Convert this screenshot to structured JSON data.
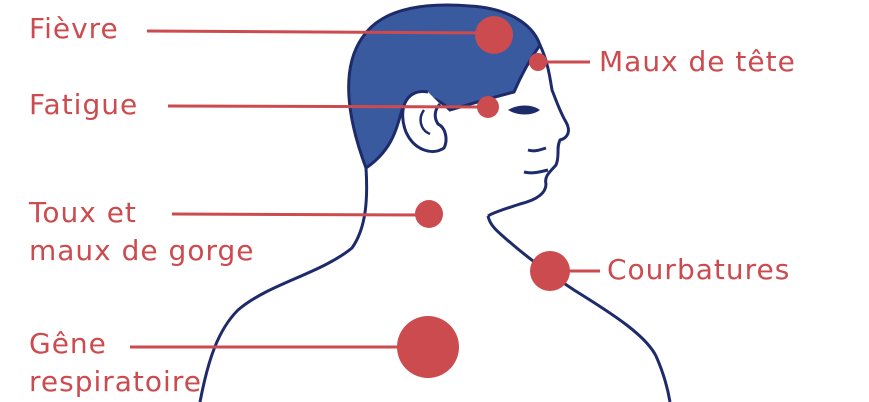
{
  "symptoms": {
    "fievre": "Fièvre",
    "fatigue": "Fatigue",
    "toux_line1": "Toux et",
    "toux_line2": "maux de gorge",
    "gene_line1": "Gêne",
    "gene_line2": "respiratoire",
    "maux_de_tete": "Maux de tête",
    "courbatures": "Courbatures"
  },
  "colors": {
    "accent": "#cb4b4f",
    "hair": "#3a5aa0",
    "outline": "#1e2b6b"
  }
}
